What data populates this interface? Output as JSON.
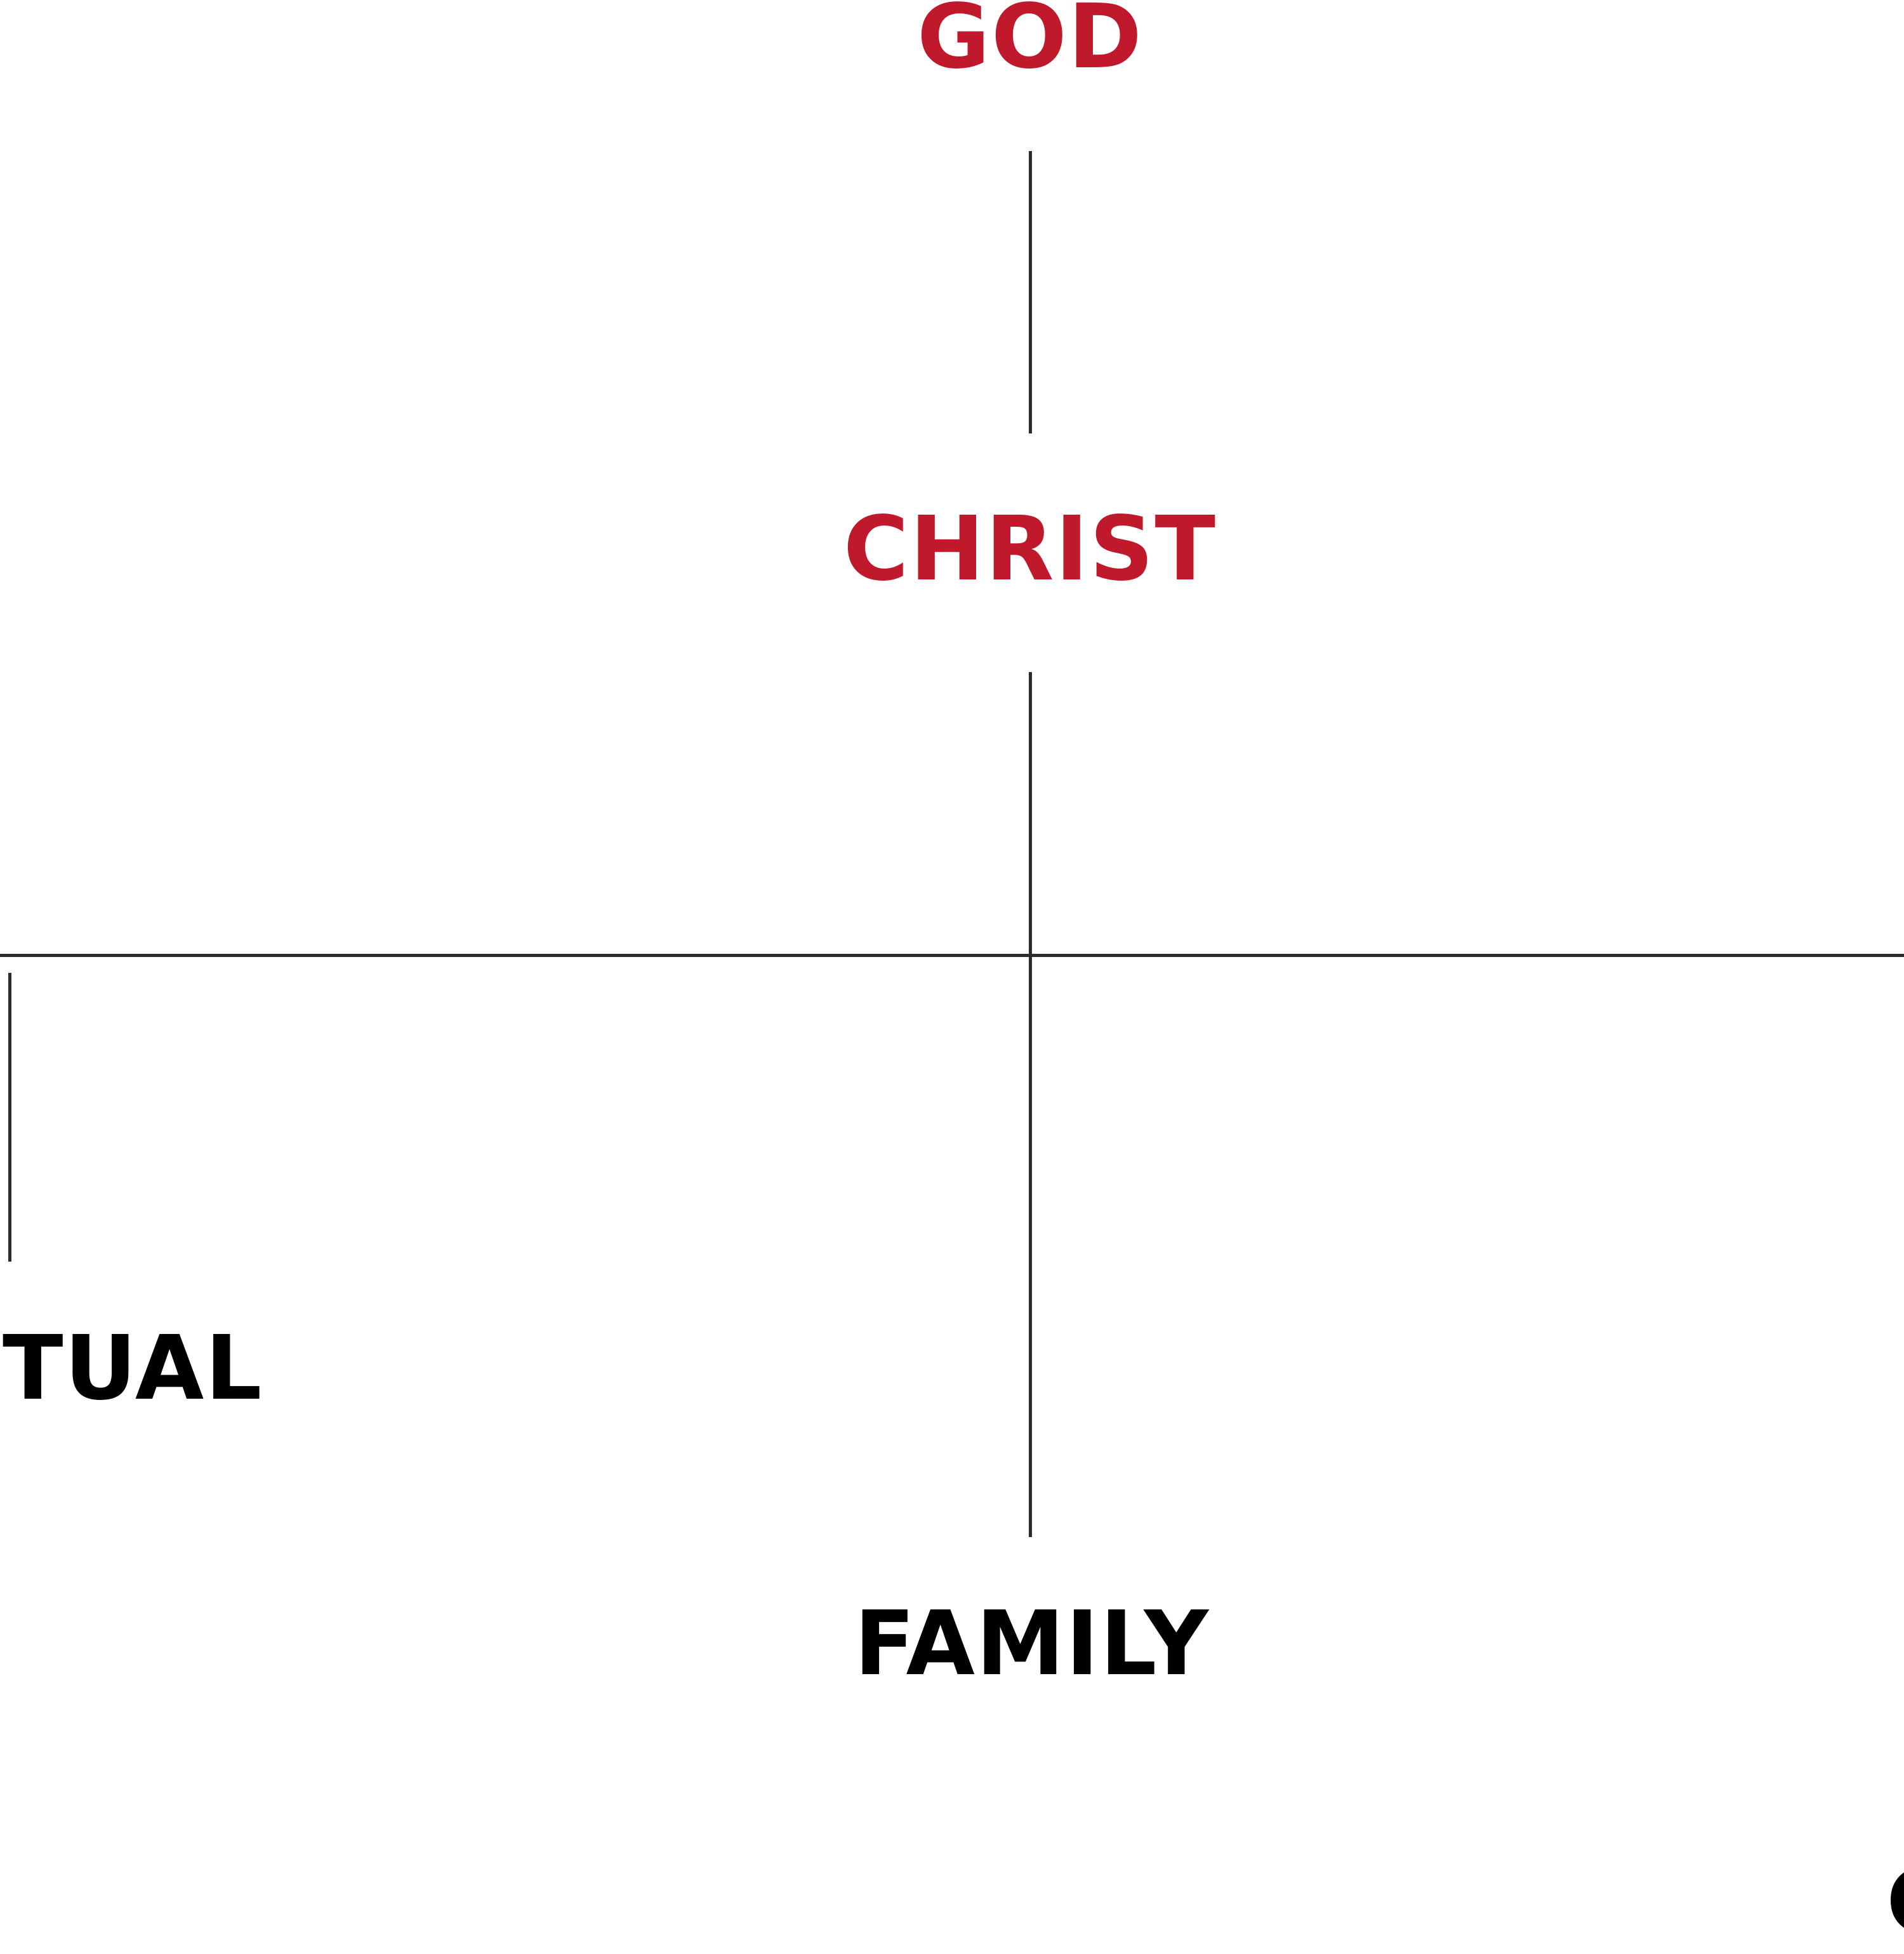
{
  "diagram": {
    "labels": {
      "god": "GOD",
      "christ": "CHRIST",
      "family": "FAMILY",
      "left_partial": "TUAL",
      "bottom_right_partial": "C"
    },
    "colors": {
      "accent": "#c0192c",
      "text": "#000000",
      "line": "#2b2b2b",
      "background": "#ffffff"
    }
  }
}
